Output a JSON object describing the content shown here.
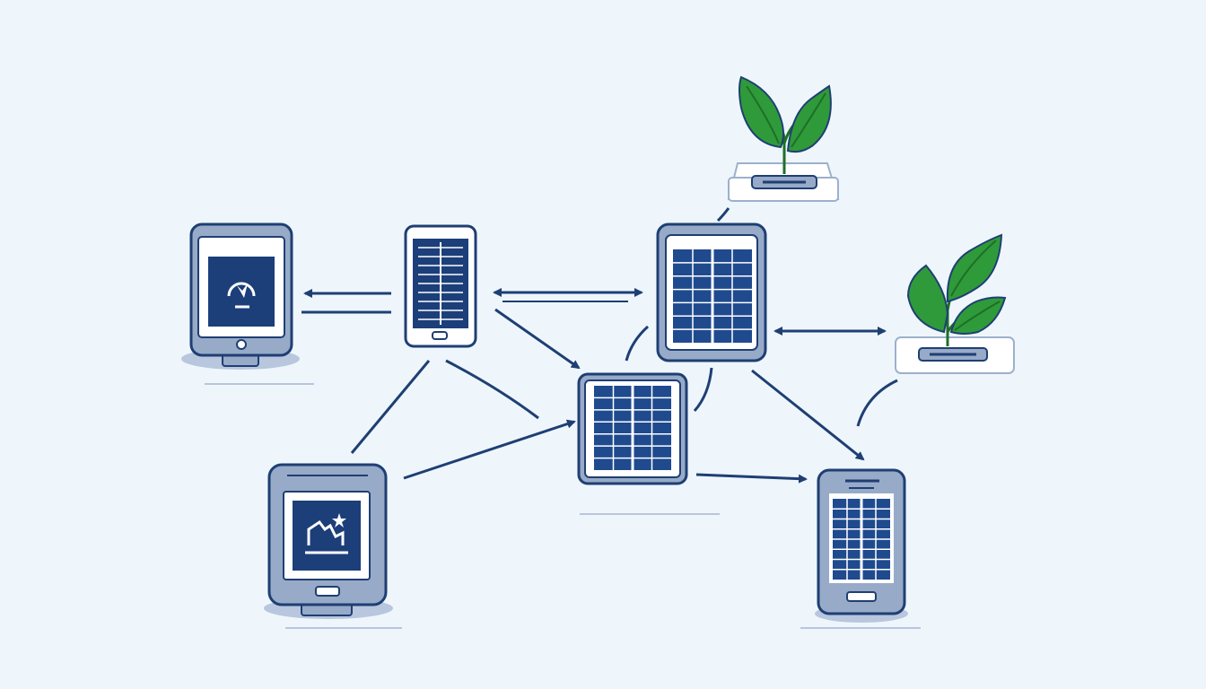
{
  "diagram": {
    "kind": "device-network",
    "colors": {
      "background": "#eef6fc",
      "line": "#1f3f73",
      "device_frame": "#97aac8",
      "device_inner": "#ffffff",
      "screen": "#1c3f7a",
      "panel_cell": "#1f4a8e",
      "leaf": "#2f9a3a",
      "leaf_dark": "#1d6f27",
      "shadow": "#b8c6de",
      "base_plate": "#ffffff"
    },
    "nodes": [
      {
        "id": "tablet-top-left",
        "type": "tablet",
        "icon": "gauge-icon"
      },
      {
        "id": "phone-top",
        "type": "phone",
        "icon": "list-icon"
      },
      {
        "id": "solar-panel-top",
        "type": "solar-panel",
        "icon": "solar-cells-icon"
      },
      {
        "id": "solar-panel-center",
        "type": "solar-panel",
        "icon": "solar-cells-icon"
      },
      {
        "id": "tablet-bottom-left",
        "type": "tablet",
        "icon": "home-chart-icon"
      },
      {
        "id": "phone-bottom-right",
        "type": "phone",
        "icon": "solar-cells-icon"
      },
      {
        "id": "plant-top",
        "type": "plant-sensor",
        "icon": "sprout-icon"
      },
      {
        "id": "plant-right",
        "type": "plant-sensor",
        "icon": "sprout-icon"
      }
    ],
    "edges": [
      {
        "from": "phone-top",
        "to": "tablet-top-left",
        "arrow": "single"
      },
      {
        "from": "phone-top",
        "to": "solar-panel-top",
        "arrow": "double"
      },
      {
        "from": "phone-top",
        "to": "solar-panel-center",
        "arrow": "single"
      },
      {
        "from": "solar-panel-top",
        "to": "plant-right",
        "arrow": "double"
      },
      {
        "from": "solar-panel-top",
        "to": "phone-bottom-right",
        "arrow": "single"
      },
      {
        "from": "solar-panel-center",
        "to": "phone-bottom-right",
        "arrow": "single"
      },
      {
        "from": "tablet-bottom-left",
        "to": "solar-panel-center",
        "arrow": "single"
      },
      {
        "from": "tablet-bottom-left",
        "to": "phone-top",
        "arrow": "none"
      },
      {
        "from": "plant-top",
        "to": "solar-panel-top",
        "arrow": "none"
      },
      {
        "from": "plant-right",
        "to": "phone-bottom-right",
        "arrow": "single"
      }
    ]
  }
}
